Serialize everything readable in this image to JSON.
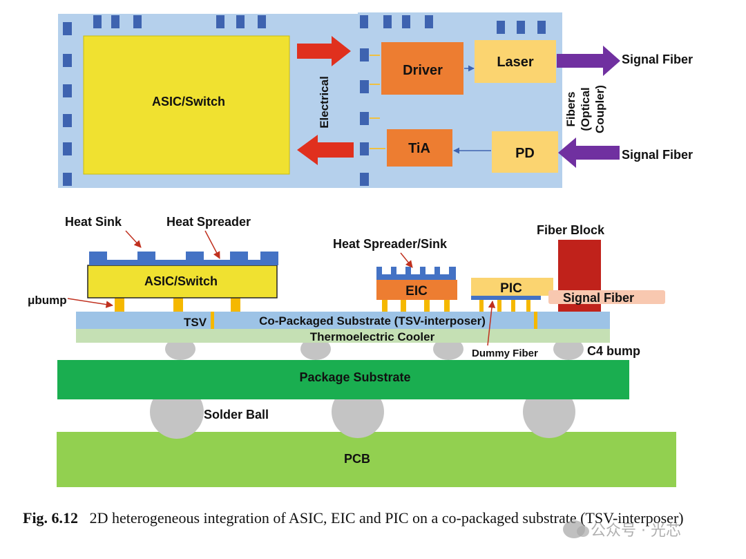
{
  "colors": {
    "board_bg": "#b5d0ec",
    "pad": "#3e63b0",
    "asic_yellow": "#f0e130",
    "eic_orange": "#ed7d31",
    "pic_yellow": "#fbd470",
    "arrow_red": "#e0301e",
    "arrow_purple": "#7030a0",
    "fiber_block": "#c0221b",
    "signal_fiber_pink": "#f8c8b0",
    "interposer": "#9dc3e6",
    "cooler": "#c5e0b4",
    "package_substrate": "#1aae50",
    "pcb": "#92d050",
    "bump": "#f5b800",
    "ball": "#c4c4c4"
  },
  "top": {
    "asic_label": "ASIC/Switch",
    "electrical_label": "Electrical",
    "driver_label": "Driver",
    "laser_label": "Laser",
    "tia_label": "TiA",
    "pd_label": "PD",
    "fibers_label_line1": "Fibers",
    "fibers_label_line2": "(Optical",
    "fibers_label_line3": "Coupler)",
    "signal_fiber_out": "Signal Fiber",
    "signal_fiber_in": "Signal Fiber"
  },
  "cross_section": {
    "heat_sink": "Heat Sink",
    "heat_spreader": "Heat Spreader",
    "asic_label": "ASIC/Switch",
    "ubump": "μbump",
    "tsv": "TSV",
    "interposer_label": "Co-Packaged Substrate (TSV-interposer)",
    "cooler_label": "Thermoelectric Cooler",
    "heat_spreader_sink": "Heat Spreader/Sink",
    "eic_label": "EIC",
    "pic_label": "PIC",
    "fiber_block": "Fiber Block",
    "signal_fiber": "Signal Fiber",
    "dummy_fiber": "Dummy Fiber",
    "c4_bump": "C4 bump",
    "package_substrate": "Package Substrate",
    "solder_ball": "Solder Ball",
    "pcb": "PCB"
  },
  "caption": {
    "fig_label": "Fig. 6.12",
    "text": "2D heterogeneous integration of ASIC, EIC and PIC on a co-packaged substrate (TSV-interposer)"
  },
  "watermark": {
    "text": "公众号 · 光芯"
  }
}
